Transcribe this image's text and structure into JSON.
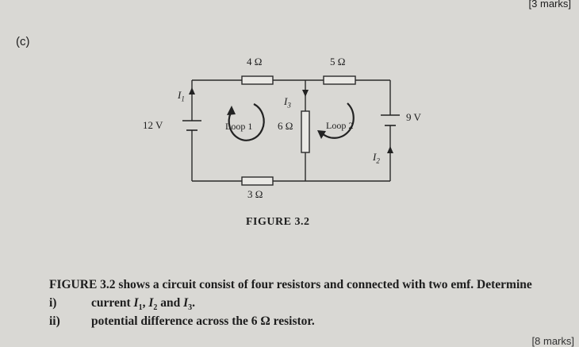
{
  "header": {
    "marks": "[3 marks]",
    "part": "(c)"
  },
  "circuit": {
    "r_top_left": "4 Ω",
    "r_top_right": "5 Ω",
    "r_middle": "6 Ω",
    "r_bottom": "3 Ω",
    "emf_left": "12 V",
    "emf_right": "9 V",
    "current_1": "I",
    "current_1_sub": "1",
    "current_2": "I",
    "current_2_sub": "2",
    "current_3": "I",
    "current_3_sub": "3",
    "loop_1": "Loop 1",
    "loop_2": "Loop 2"
  },
  "figure_caption": "FIGURE 3.2",
  "statement": "FIGURE 3.2 shows a circuit consist of four resistors and connected with two emf. Determine",
  "questions": [
    {
      "num": "i)",
      "pre": "current ",
      "I1": "I",
      "s1": "1",
      "sep1": ", ",
      "I2": "I",
      "s2": "2",
      "sep2": " and ",
      "I3": "I",
      "s3": "3",
      "end": "."
    },
    {
      "num": "ii)",
      "text": "potential difference across the 6 Ω resistor."
    }
  ],
  "footer": {
    "marks": "[8 marks]"
  }
}
